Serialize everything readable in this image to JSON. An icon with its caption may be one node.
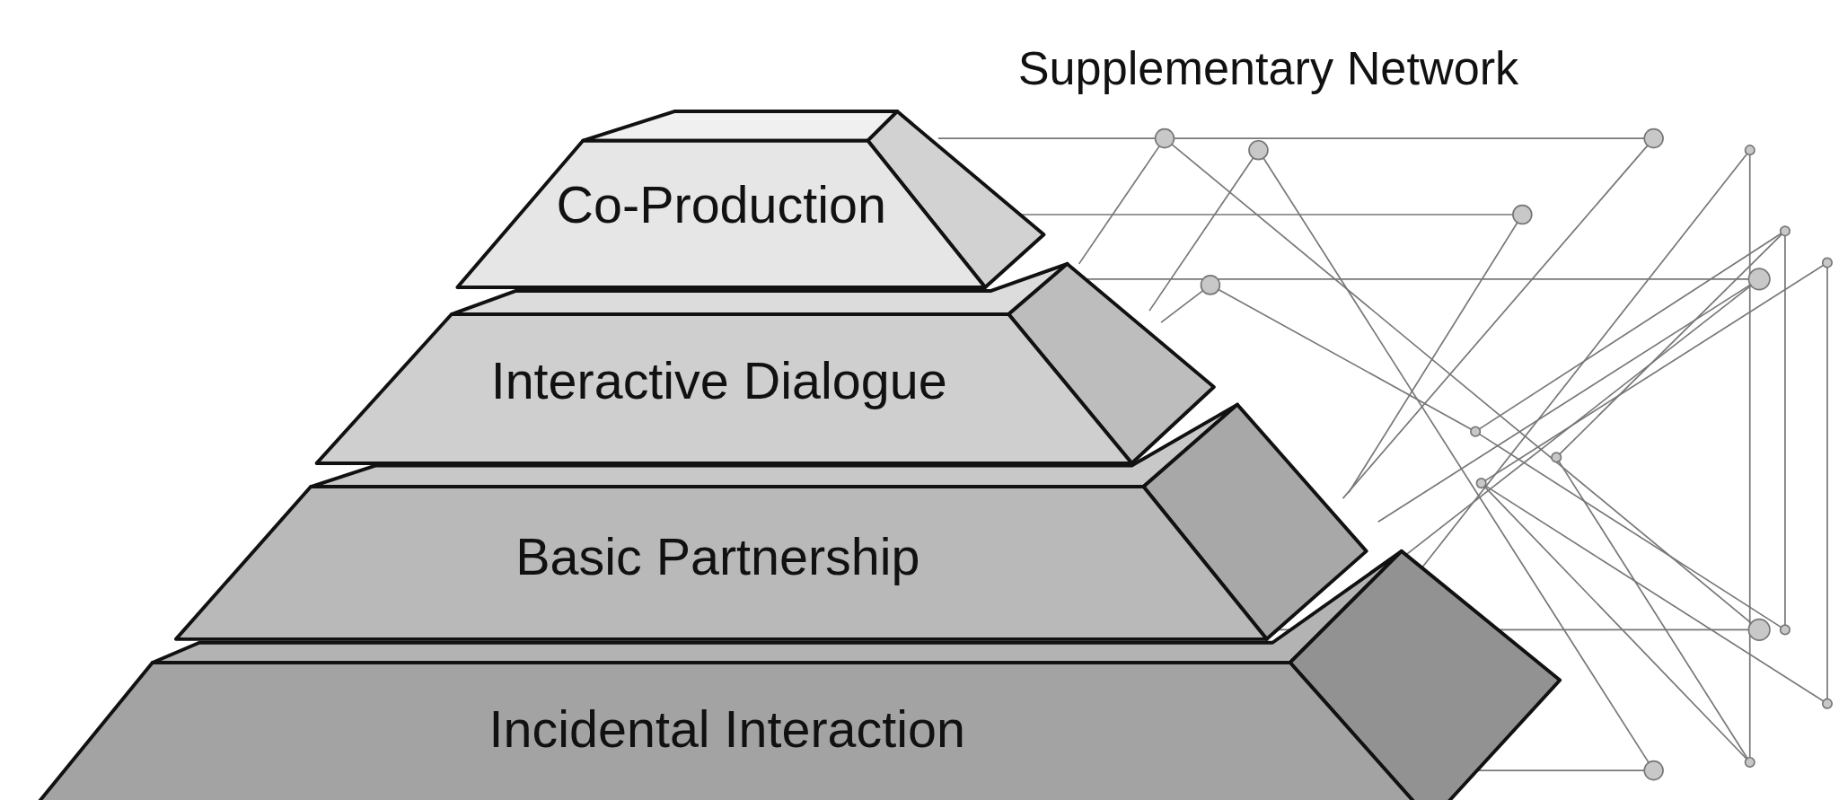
{
  "diagram": {
    "nodes": [
      {
        "text": [
          "Co-Production"
        ]
      },
      {
        "text": [
          "Interactive Dialogue"
        ]
      },
      {
        "text": [
          "Basic Partnership"
        ]
      },
      {
        "text": [
          "Incidental Interaction"
        ]
      }
    ],
    "labels": [
      "Supplementary Network"
    ]
  }
}
